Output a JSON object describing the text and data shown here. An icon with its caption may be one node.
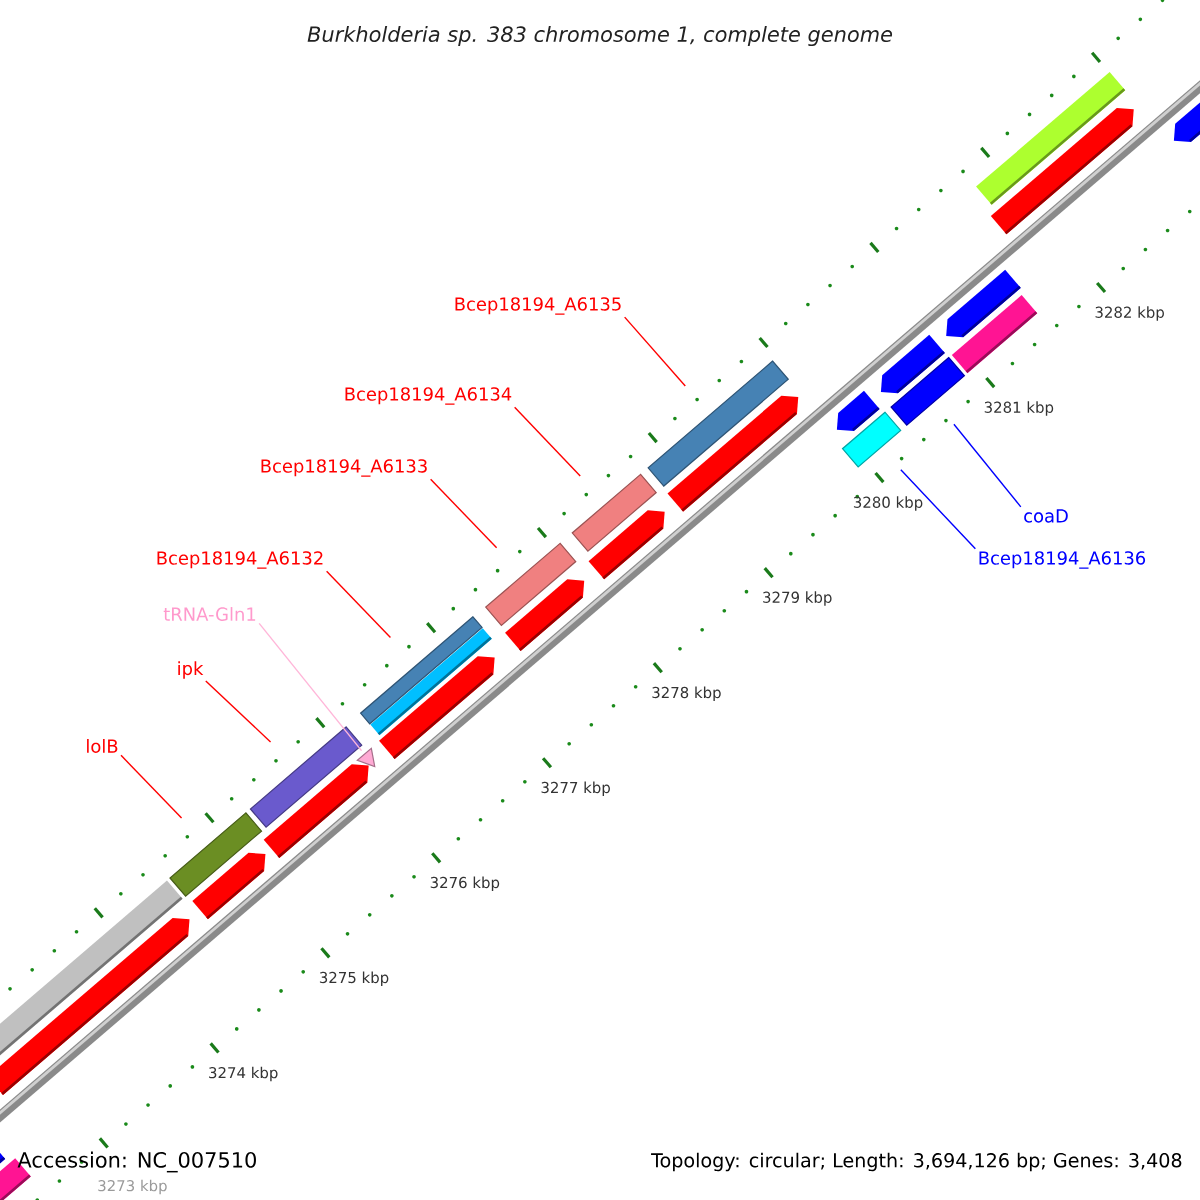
{
  "diagram": {
    "title": "Burkholderia sp. 383 chromosome 1, complete genome",
    "nodes": [
      {
        "text": [
          "Bcep18194_A6135"
        ]
      },
      {
        "text": [
          "Bcep18194_A6134"
        ]
      },
      {
        "text": [
          "Bcep18194_A6133"
        ]
      },
      {
        "text": [
          "coaD"
        ]
      },
      {
        "text": [
          "Bcep18194_A6132"
        ]
      },
      {
        "text": [
          "Bcep18194_A6136"
        ]
      },
      {
        "text": [
          "tRNA-Gln1"
        ]
      },
      {
        "text": [
          "ipk"
        ]
      },
      {
        "text": [
          "lolB"
        ]
      },
      {
        "text": [],
        "shape": "bar"
      },
      {
        "text": [],
        "shape": "bar"
      },
      {
        "text": [],
        "shape": "triangle"
      },
      {
        "text": [],
        "shape": "bar"
      },
      {
        "text": [],
        "shape": "bar"
      },
      {
        "text": [],
        "shape": "bar"
      },
      {
        "text": [],
        "shape": "bar"
      },
      {
        "text": [],
        "shape": "bar"
      },
      {
        "text": [],
        "shape": "bar"
      }
    ],
    "edges": [
      {
        "from": 8,
        "to": 9,
        "arrow": "none"
      },
      {
        "from": 7,
        "to": 10,
        "arrow": "none"
      },
      {
        "from": 6,
        "to": 11,
        "arrow": "none",
        "color": "#ffb6d9"
      },
      {
        "from": 4,
        "to": 12,
        "arrow": "none"
      },
      {
        "from": 2,
        "to": 13,
        "arrow": "none"
      },
      {
        "from": 1,
        "to": 14,
        "arrow": "none"
      },
      {
        "from": 0,
        "to": 15,
        "arrow": "none"
      },
      {
        "from": 5,
        "to": 16,
        "arrow": "none",
        "color": "#0000ff"
      },
      {
        "from": 3,
        "to": 17,
        "arrow": "none",
        "color": "#0000ff"
      }
    ],
    "labels": [
      "3282 kbp",
      "3281 kbp",
      "3280 kbp",
      "3279 kbp",
      "3278 kbp",
      "3277 kbp",
      "3276 kbp",
      "3275 kbp",
      "3274 kbp",
      "Accession: NC_007510",
      "Topology: circular; Length: 3,694,126 bp; Genes: 3,408",
      "3273 kbp"
    ]
  }
}
